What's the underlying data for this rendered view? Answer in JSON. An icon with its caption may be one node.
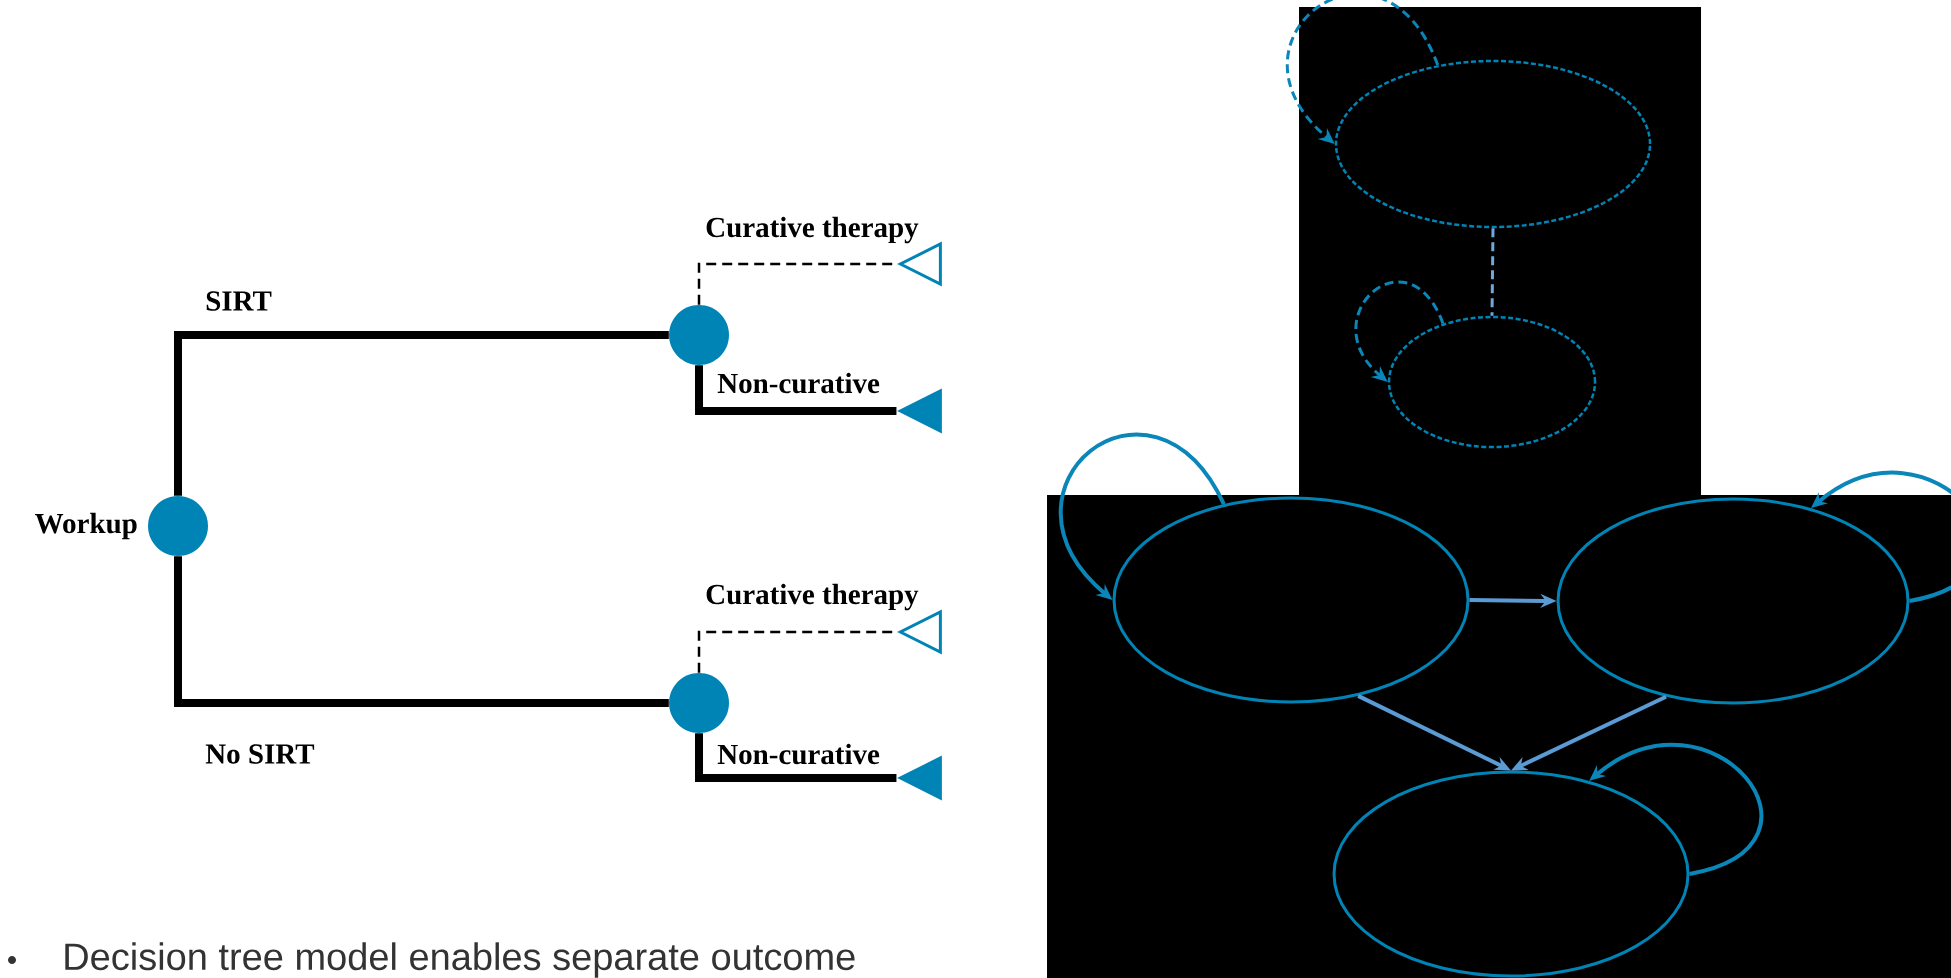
{
  "diagram": {
    "nodes": [
      {
        "text": [],
        "shape": "circle",
        "beside": [
          "Workup"
        ]
      },
      {
        "text": [],
        "shape": "circle"
      },
      {
        "text": [],
        "shape": "triangle"
      },
      {
        "text": [],
        "shape": "triangle"
      },
      {
        "text": [],
        "shape": "circle"
      },
      {
        "text": [],
        "shape": "triangle"
      },
      {
        "text": [],
        "shape": "triangle"
      },
      {
        "text": [],
        "shape": "ellipse"
      },
      {
        "text": [],
        "shape": "ellipse"
      },
      {
        "text": [],
        "shape": "ellipse"
      },
      {
        "text": [],
        "shape": "ellipse"
      },
      {
        "text": [],
        "shape": "ellipse"
      }
    ],
    "edges": [
      {
        "from": 0,
        "to": 1,
        "arrow": "none",
        "label": "SIRT",
        "style": "thick"
      },
      {
        "from": 0,
        "to": 4,
        "arrow": "none",
        "label": "No SIRT",
        "style": "thick"
      },
      {
        "from": 1,
        "to": 2,
        "arrow": "none",
        "label": "Curative therapy",
        "style": "dashed"
      },
      {
        "from": 1,
        "to": 3,
        "arrow": "none",
        "label": "Non-curative",
        "style": "thick"
      },
      {
        "from": 4,
        "to": 5,
        "arrow": "none",
        "label": "Curative therapy",
        "style": "dashed"
      },
      {
        "from": 4,
        "to": 6,
        "arrow": "none",
        "label": "Non-curative",
        "style": "thick"
      },
      {
        "from": 7,
        "to": 7,
        "arrow": "to",
        "style": "dashed",
        "color": "#0a86b8"
      },
      {
        "from": 7,
        "to": 8,
        "arrow": "none",
        "style": "dashed",
        "color": "#6fa8dc"
      },
      {
        "from": 8,
        "to": 8,
        "arrow": "to",
        "style": "dashed",
        "color": "#0a86b8"
      },
      {
        "from": 9,
        "to": 9,
        "arrow": "to",
        "color": "#0a86b8"
      },
      {
        "from": 9,
        "to": 10,
        "arrow": "to",
        "color": "#5b9bd5"
      },
      {
        "from": 9,
        "to": 11,
        "arrow": "to",
        "color": "#5b9bd5"
      },
      {
        "from": 10,
        "to": 11,
        "arrow": "to",
        "color": "#5b9bd5"
      },
      {
        "from": 10,
        "to": 10,
        "arrow": "to",
        "color": "#0a86b8"
      },
      {
        "from": 11,
        "to": 11,
        "arrow": "to",
        "color": "#0a86b8"
      }
    ],
    "labels": [
      "Decision tree model enables separate outcome"
    ]
  }
}
